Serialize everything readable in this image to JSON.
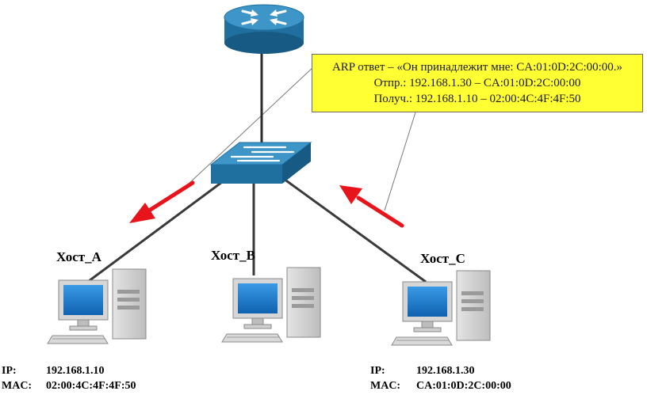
{
  "callout": {
    "line1": "ARP ответ – «Он принадлежит мне: CA:01:0D:2C:00:00.»",
    "line2": "Отпр.: 192.168.1.30 – CA:01:0D:2C:00:00",
    "line3": "Получ.: 192.168.1.10 – 02:00:4C:4F:4F:50"
  },
  "hosts": [
    {
      "label": "Хост_А"
    },
    {
      "label": "Хост_В"
    },
    {
      "label": "Хост_С"
    }
  ],
  "host_a_info": {
    "ip_key": "IP:",
    "ip": "192.168.1.10",
    "mac_key": "MAC:",
    "mac": "02:00:4C:4F:4F:50"
  },
  "host_c_info": {
    "ip_key": "IP:",
    "ip": "192.168.1.30",
    "mac_key": "MAC:",
    "mac": "CA:01:0D:2C:00:00"
  },
  "colors": {
    "router": "#1f6f9f",
    "switch": "#2a7fb3",
    "arrow": "#e8141b",
    "callout": "#ffff33",
    "screen": "#1a7fd0"
  }
}
